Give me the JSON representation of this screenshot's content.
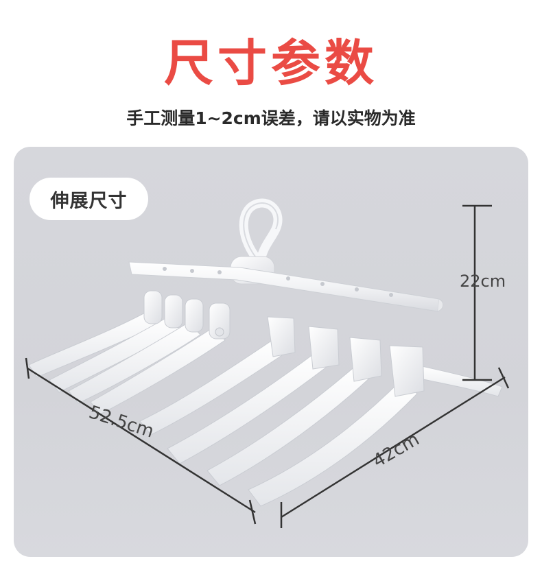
{
  "title": "尺寸参数",
  "subtitle": "手工测量1~2cm误差，请以实物为准",
  "tag": "伸展尺寸",
  "dimensions": {
    "height": "22cm",
    "width": "52.5cm",
    "depth": "42cm"
  },
  "colors": {
    "title": "#ea4b44",
    "panel": "#d5d6db",
    "hanger": "#f7f8fa"
  }
}
